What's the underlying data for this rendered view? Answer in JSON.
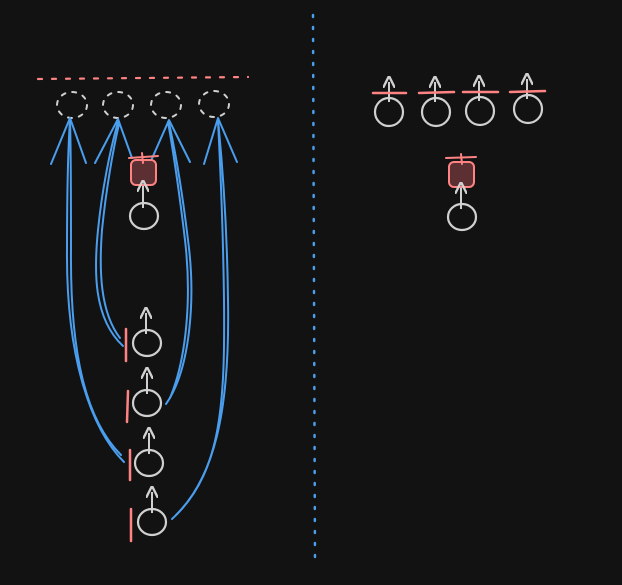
{
  "colors": {
    "background": "#121212",
    "blue": "#4a9eed",
    "red": "#ff8383",
    "gray": "#d0d0d0",
    "dark_red_fill": "#5c2f33"
  },
  "left_panel": {
    "targets": [
      "dashed-circle",
      "dashed-circle",
      "dashed-circle",
      "dashed-circle"
    ],
    "boxed_node": "blocked-node-box",
    "pawn": "circle-with-up-arrow",
    "source_stack": [
      "circle-with-up-arrow",
      "circle-with-up-arrow",
      "circle-with-up-arrow",
      "circle-with-up-arrow"
    ]
  },
  "right_panel": {
    "row": [
      "circle-with-up-arrow",
      "circle-with-up-arrow",
      "circle-with-up-arrow",
      "circle-with-up-arrow"
    ],
    "boxed_node": "blocked-node-box",
    "pawn": "circle-with-up-arrow"
  }
}
